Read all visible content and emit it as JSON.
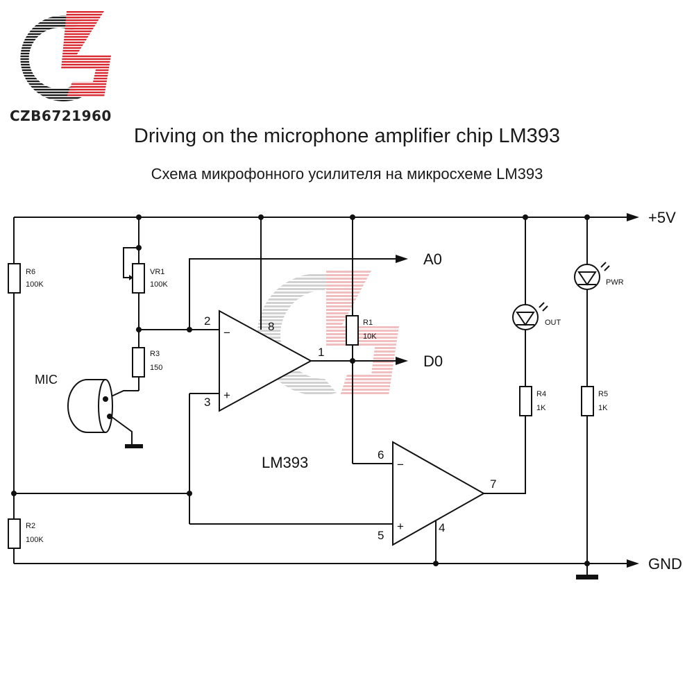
{
  "brand": {
    "text": "CZB6721960",
    "logo_colors": {
      "red": "#d9282f",
      "black": "#1c1c1c"
    }
  },
  "title": "Driving on the microphone amplifier chip LM393",
  "subtitle": "Схема микрофонного усилителя на микросхеме LM393",
  "components": {
    "r6": {
      "ref": "R6",
      "value": "100K"
    },
    "vr1": {
      "ref": "VR1",
      "value": "100K"
    },
    "r3": {
      "ref": "R3",
      "value": "150"
    },
    "r1": {
      "ref": "R1",
      "value": "10K"
    },
    "r2": {
      "ref": "R2",
      "value": "100K"
    },
    "r4": {
      "ref": "R4",
      "value": "1K"
    },
    "r5": {
      "ref": "R5",
      "value": "1K"
    },
    "led_out": {
      "label": "OUT"
    },
    "led_pwr": {
      "label": "PWR"
    },
    "mic": {
      "label": "MIC"
    },
    "ic": {
      "label": "LM393"
    }
  },
  "pins": {
    "p1": "1",
    "p2": "2",
    "p3": "3",
    "p4": "4",
    "p5": "5",
    "p6": "6",
    "p7": "7",
    "p8": "8"
  },
  "opamp_signs": {
    "minus": "−",
    "plus": "+"
  },
  "signals": {
    "a0": "A0",
    "d0": "D0",
    "vcc": "+5V",
    "gnd": "GND"
  }
}
